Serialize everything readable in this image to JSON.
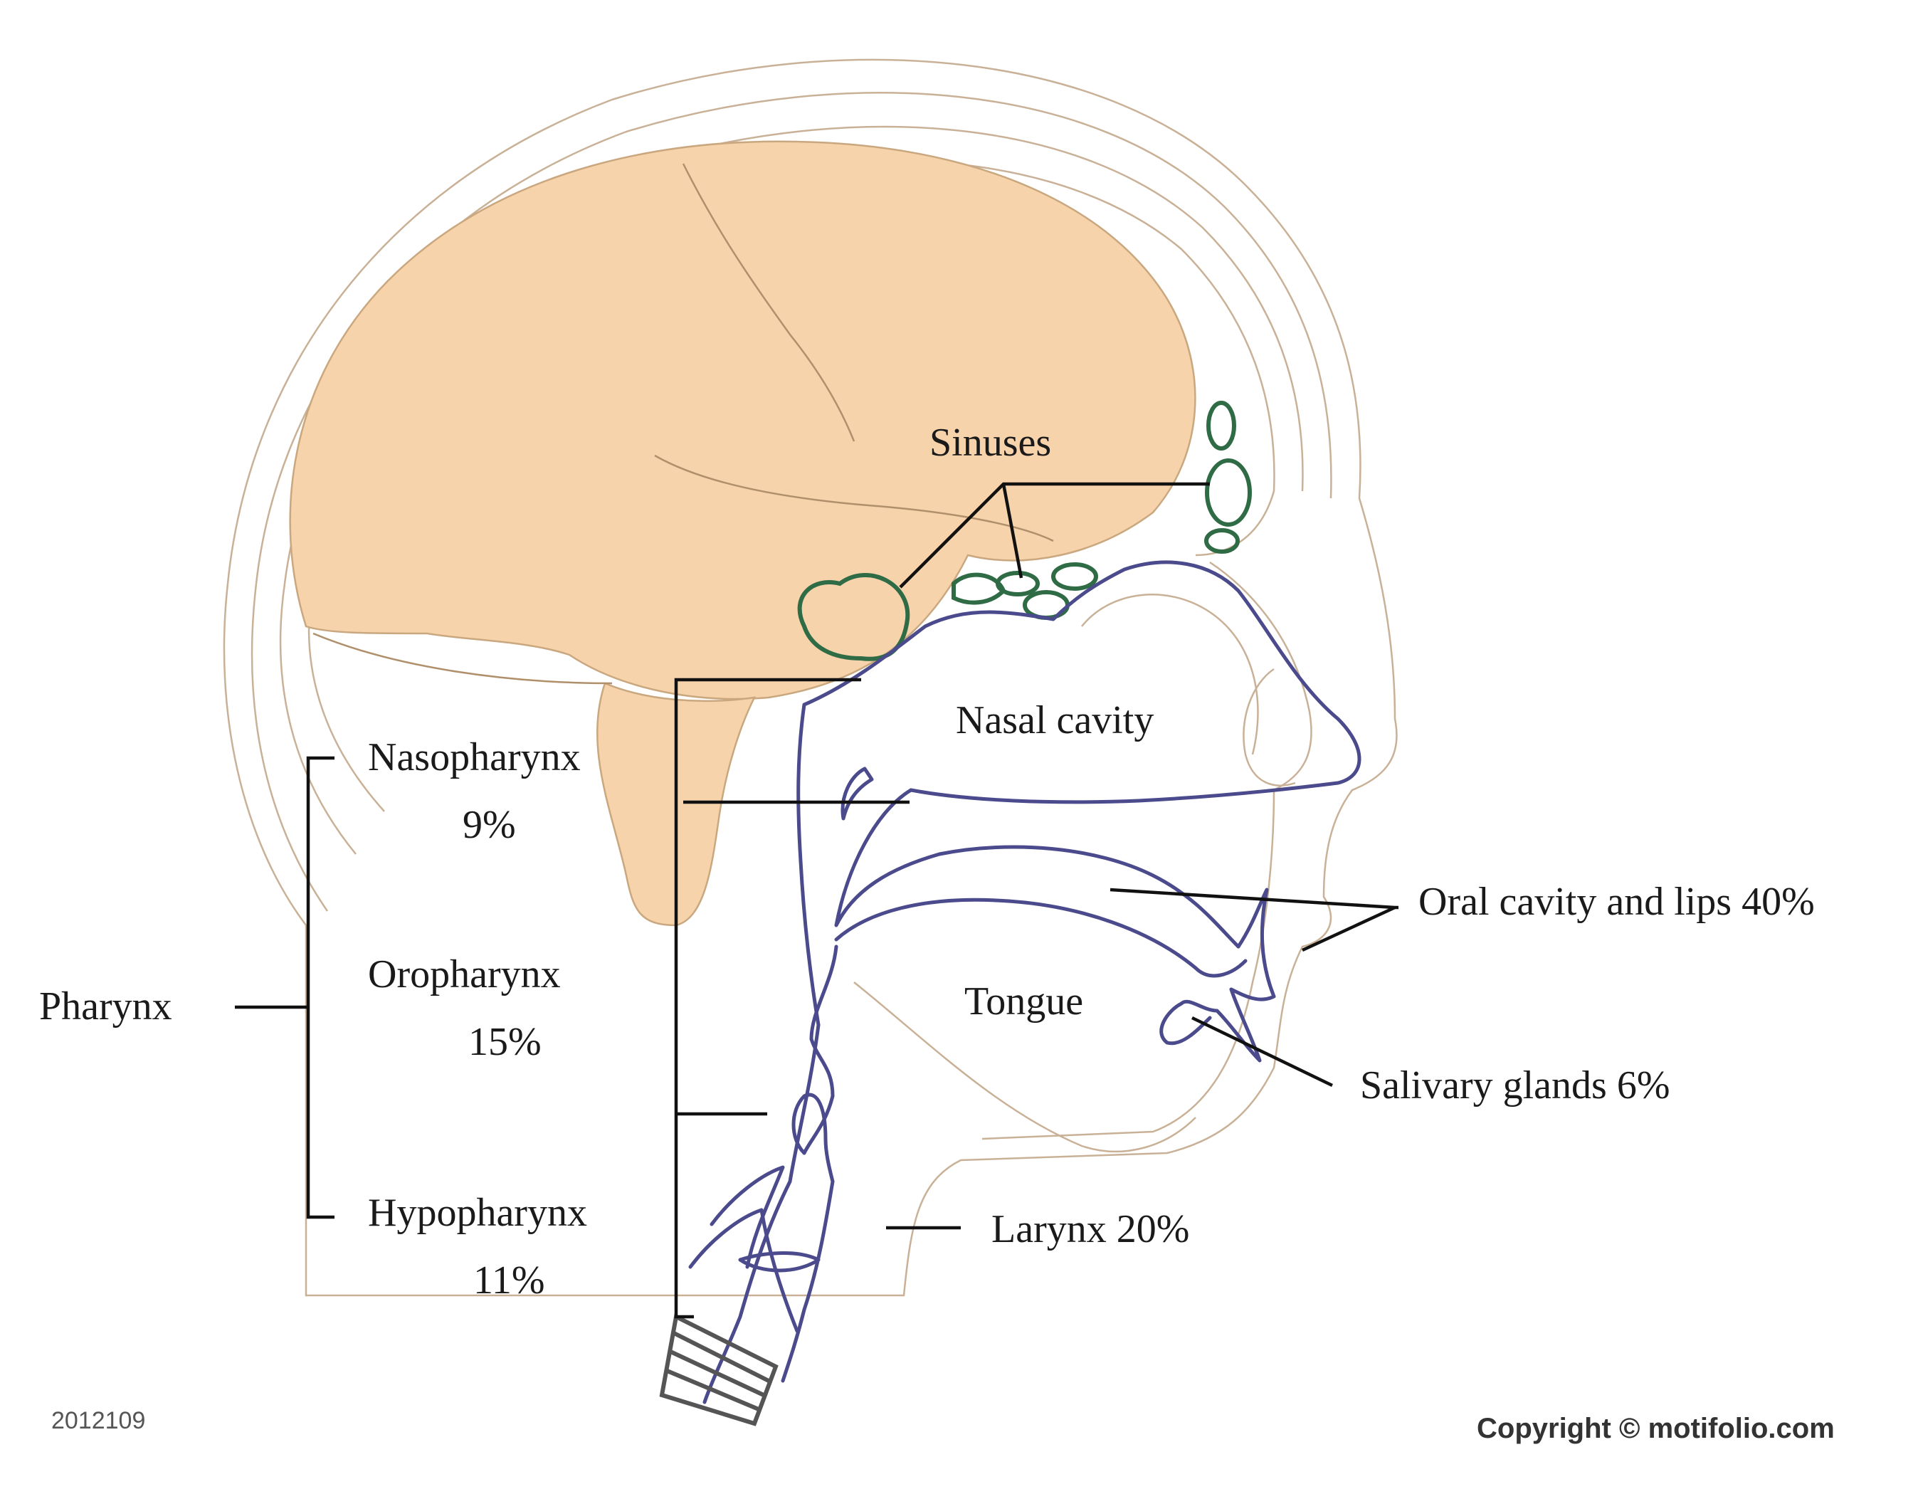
{
  "labels": {
    "sinuses": "Sinuses",
    "nasal_cavity": "Nasal cavity",
    "nasopharynx": "Nasopharynx",
    "nasopharynx_pct": "9%",
    "oropharynx": "Oropharynx",
    "oropharynx_pct": "15%",
    "hypopharynx": "Hypopharynx",
    "hypopharynx_pct": "11%",
    "pharynx": "Pharynx",
    "tongue": "Tongue",
    "oral_cavity": "Oral cavity and lips 40%",
    "salivary_glands": "Salivary glands 6%",
    "larynx": "Larynx 20%"
  },
  "figure_code": "2012109",
  "copyright": "Copyright © motifolio.com",
  "colors": {
    "brain_fill": "#f7d3ac",
    "skin_outline": "#c9b197",
    "tract_outline": "#4a4a8c",
    "sinus_outline": "#2f6b45",
    "leader_lines": "#111111"
  }
}
